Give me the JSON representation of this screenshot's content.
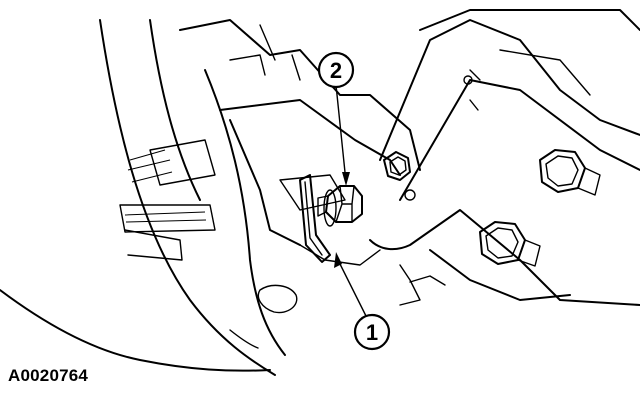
{
  "figure": {
    "id_label": "A0020764"
  },
  "callouts": [
    {
      "label": "1"
    },
    {
      "label": "2"
    }
  ]
}
